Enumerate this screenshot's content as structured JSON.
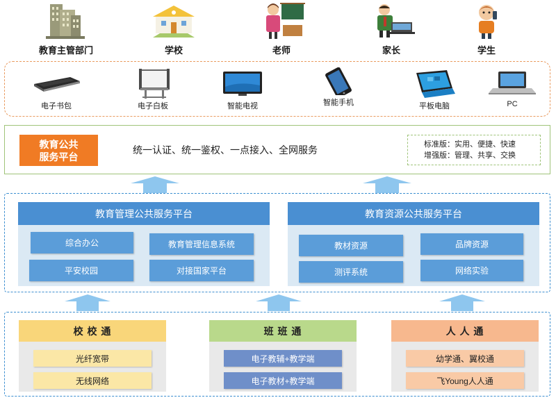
{
  "users": [
    {
      "label": "教育主管部门",
      "icon": "government-building-icon"
    },
    {
      "label": "学校",
      "icon": "school-icon"
    },
    {
      "label": "老师",
      "icon": "teacher-icon"
    },
    {
      "label": "家长",
      "icon": "parent-icon"
    },
    {
      "label": "学生",
      "icon": "student-icon"
    }
  ],
  "devices": [
    {
      "label": "电子书包",
      "icon": "ebook-bag-icon"
    },
    {
      "label": "电子白板",
      "icon": "whiteboard-icon"
    },
    {
      "label": "智能电视",
      "icon": "smart-tv-icon"
    },
    {
      "label": "智能手机",
      "icon": "smartphone-icon"
    },
    {
      "label": "平板电脑",
      "icon": "tablet-icon"
    },
    {
      "label": "PC",
      "icon": "laptop-icon"
    }
  ],
  "public_service": {
    "title": "教育公共\n服务平台",
    "description": "统一认证、统一鉴权、一点接入、全网服务",
    "editions": [
      "标准版：实用、便捷、快速",
      "增强版：管理、共享、交换"
    ]
  },
  "platforms": [
    {
      "title": "教育管理公共服务平台",
      "modules": [
        "综合办公",
        "教育管理信息系统",
        "平安校园",
        "对接国家平台"
      ]
    },
    {
      "title": "教育资源公共服务平台",
      "modules": [
        "教材资源",
        "品牌资源",
        "测评系统",
        "网络实验"
      ]
    }
  ],
  "columns": [
    {
      "title": "校 校 通",
      "items": [
        "光纤宽带",
        "无线网络"
      ]
    },
    {
      "title": "班 班 通",
      "items": [
        "电子教辅+教学端",
        "电子教材+教学端"
      ]
    },
    {
      "title": "人 人 通",
      "items": [
        "幼学通、翼校通",
        "飞Young人人通"
      ]
    }
  ],
  "colors": {
    "orange_accent": "#f07b24",
    "green_border": "#9fc379",
    "blue_border": "#3b8ed0",
    "platform_header": "#4a8fd2",
    "module_blue": "#5b9dd9",
    "arrow_blue": "#8ec6ee",
    "col1_header": "#f9d67a",
    "col1_item": "#fbe7a6",
    "col2_header": "#b9d98b",
    "col2_item": "#6f8fc9",
    "col3_header": "#f7b88e",
    "col3_item": "#f9caa6"
  }
}
